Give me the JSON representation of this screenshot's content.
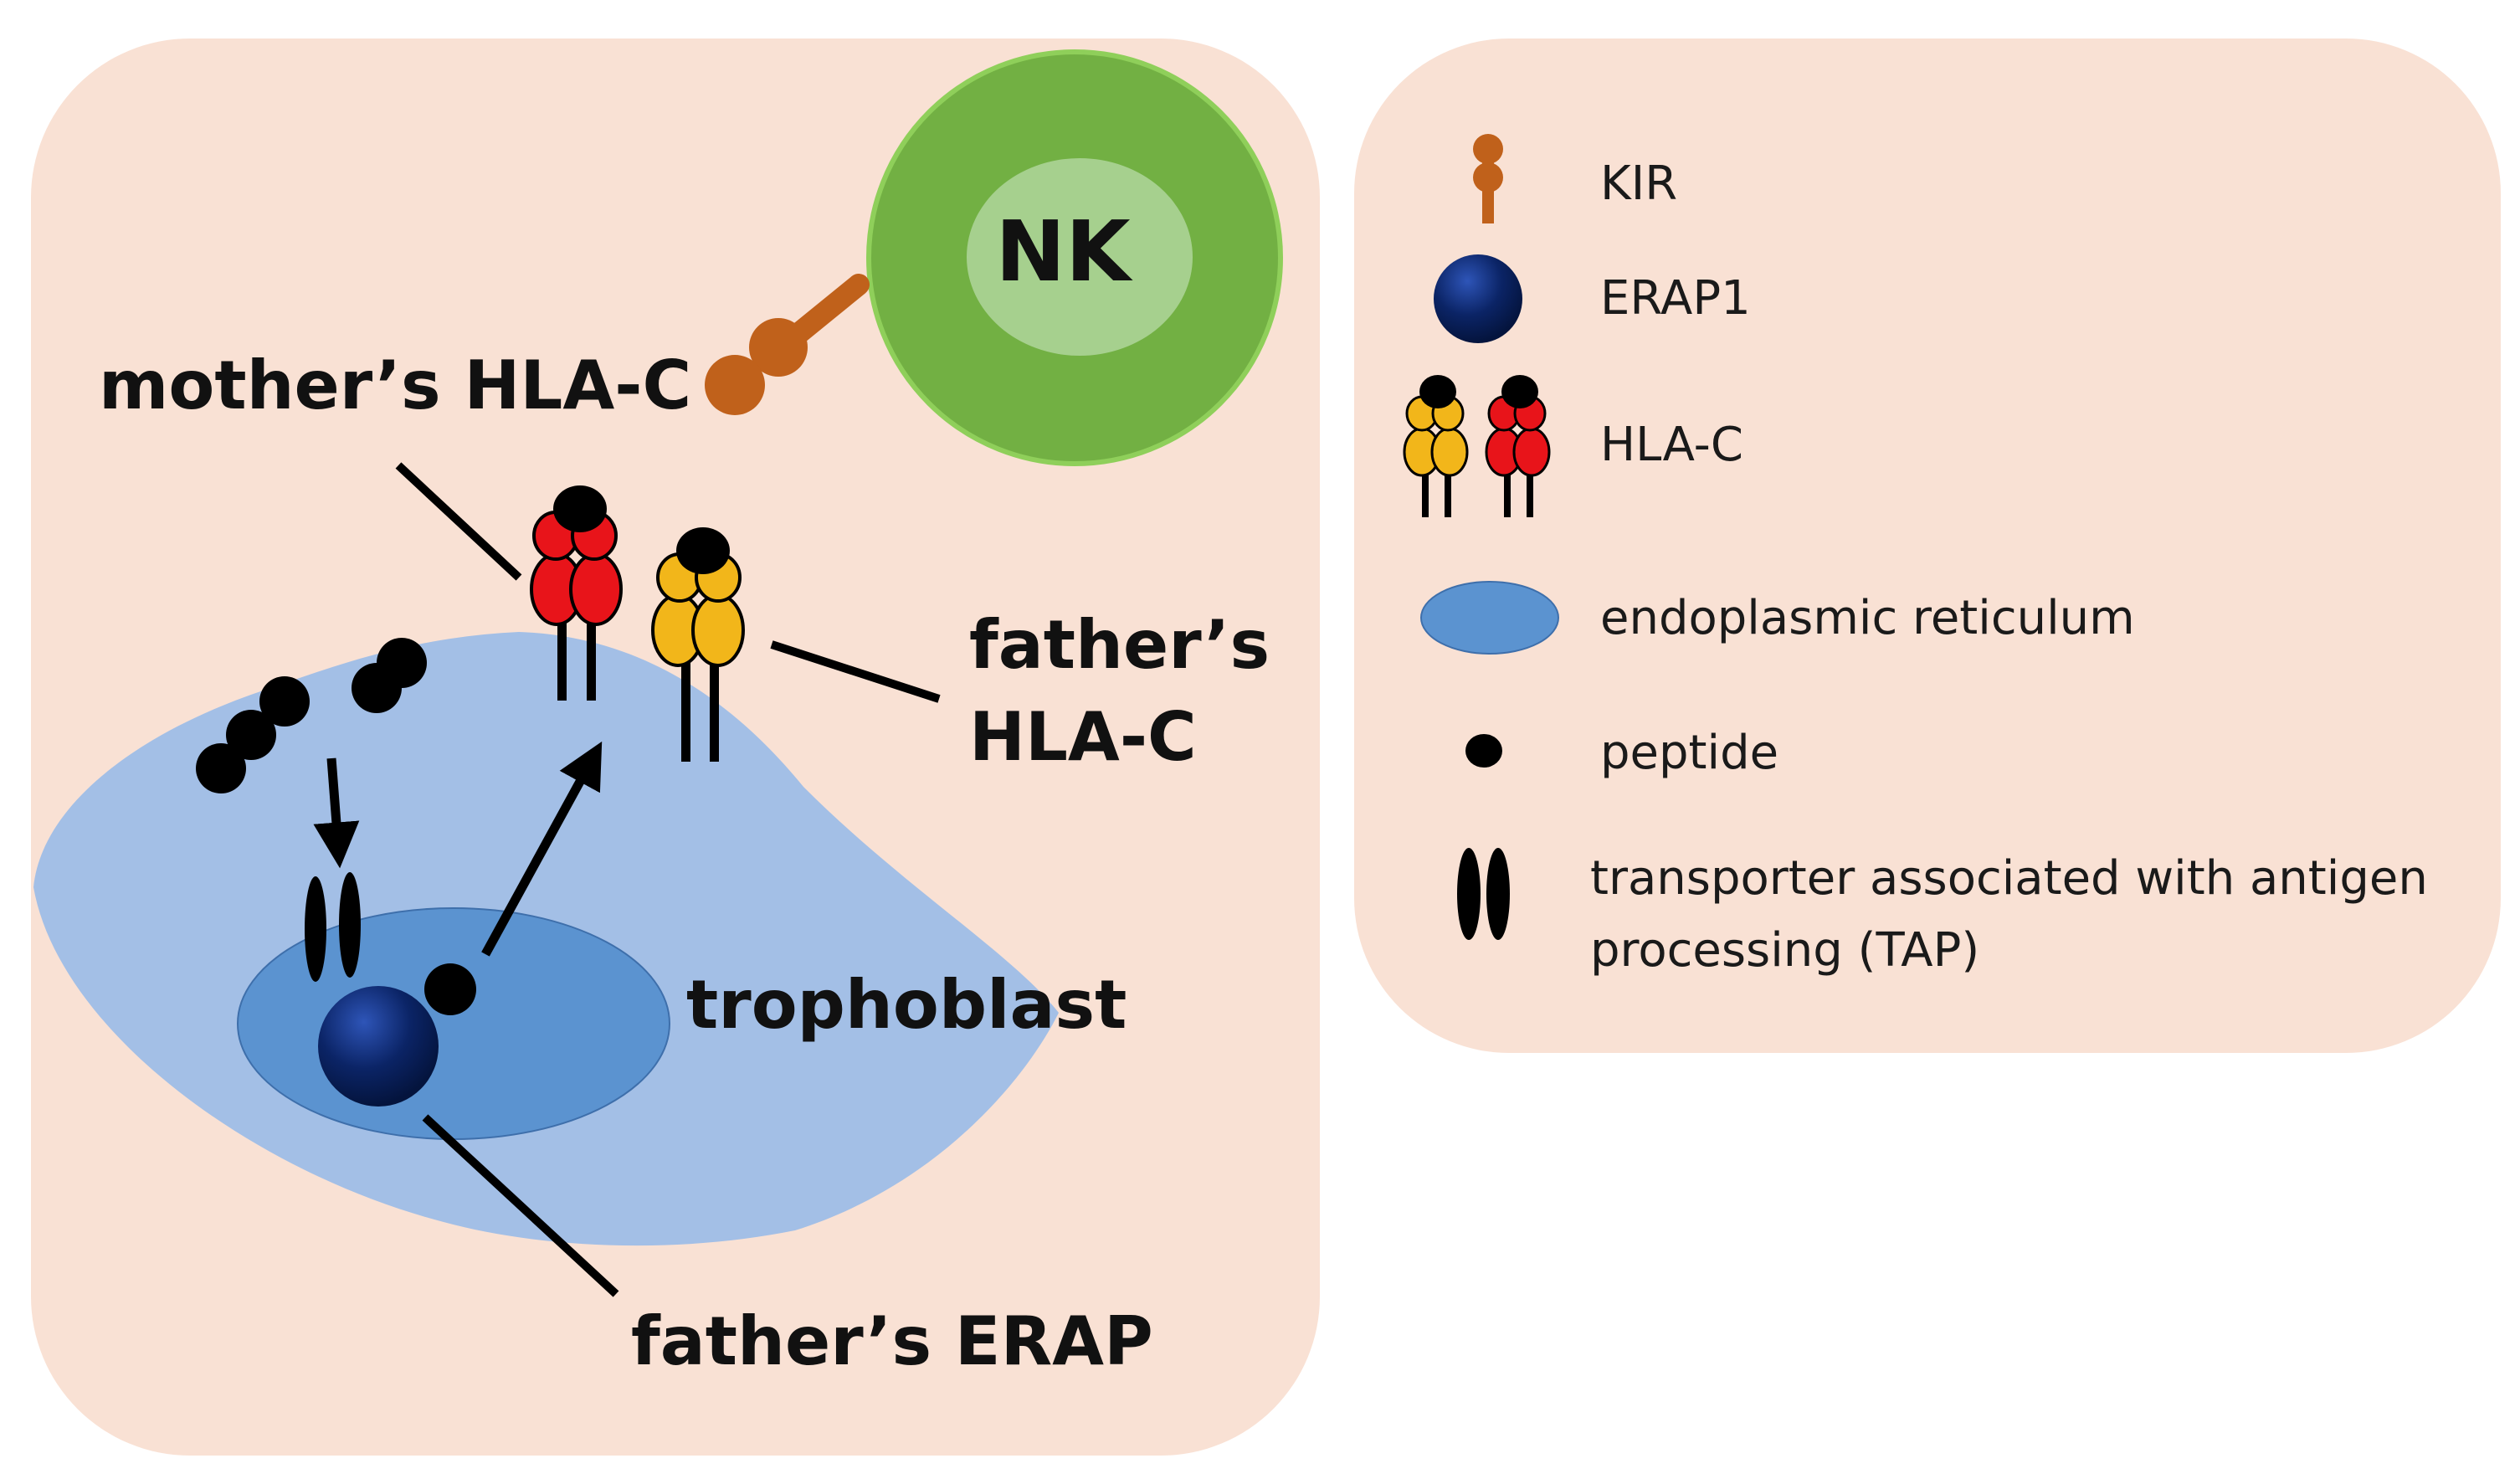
{
  "diagram": {
    "nk_label": "NK",
    "mother_hla_label": "mother’s HLA-C",
    "father_hla_label_line1": "father’s",
    "father_hla_label_line2": "HLA-C",
    "trophoblast_label": "trophoblast",
    "father_erap_label": "father’s ERAP"
  },
  "legend": {
    "kir": "KIR",
    "erap1": "ERAP1",
    "hla_c": "HLA-C",
    "er": "endoplasmic reticulum",
    "peptide": "peptide",
    "tap_line1": "transporter associated with antigen",
    "tap_line2": "processing (TAP)"
  },
  "colors": {
    "panel_bg": "#f9e1d4",
    "nk_outer": "#72b043",
    "nk_inner": "#a6d08e",
    "kir": "#c0611b",
    "cell_blue": "#a3bfe6",
    "er_blue": "#5b93d0",
    "erap_navy": "#0b2466",
    "mother_hla_red": "#e8141a",
    "father_hla_yellow": "#f2b61a"
  }
}
